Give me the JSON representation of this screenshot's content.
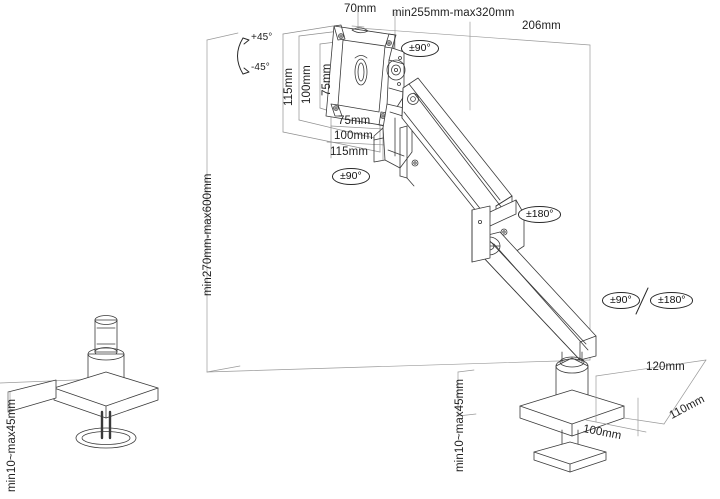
{
  "drawing": {
    "title": "Monitor arm technical dimension drawing",
    "background": "#ffffff",
    "line_color": "#3a3a3a",
    "text_color": "#1a1a1a"
  },
  "dimensions": {
    "vesa_v_115": "115mm",
    "vesa_v_100": "100mm",
    "vesa_v_75": "75mm",
    "vesa_h_75": "75mm",
    "vesa_h_100": "100mm",
    "vesa_h_115": "115mm",
    "depth_70": "70mm",
    "reach_range": "min255mm-max320mm",
    "reach_206": "206mm",
    "height_range": "min270mm-max600mm",
    "clamp_left_thickness": "min10~max45mm",
    "clamp_right_thickness": "min10~max45mm",
    "base_120": "120mm",
    "base_100": "100mm",
    "base_110": "110mm"
  },
  "callouts": {
    "tilt_up": "+45°",
    "tilt_down": "-45°",
    "rotate_head": "±90°",
    "swivel_plate": "±90°",
    "elbow": "±180°",
    "base_swivel": "±90°",
    "base_rotate": "±180°",
    "base_separator": "/"
  }
}
